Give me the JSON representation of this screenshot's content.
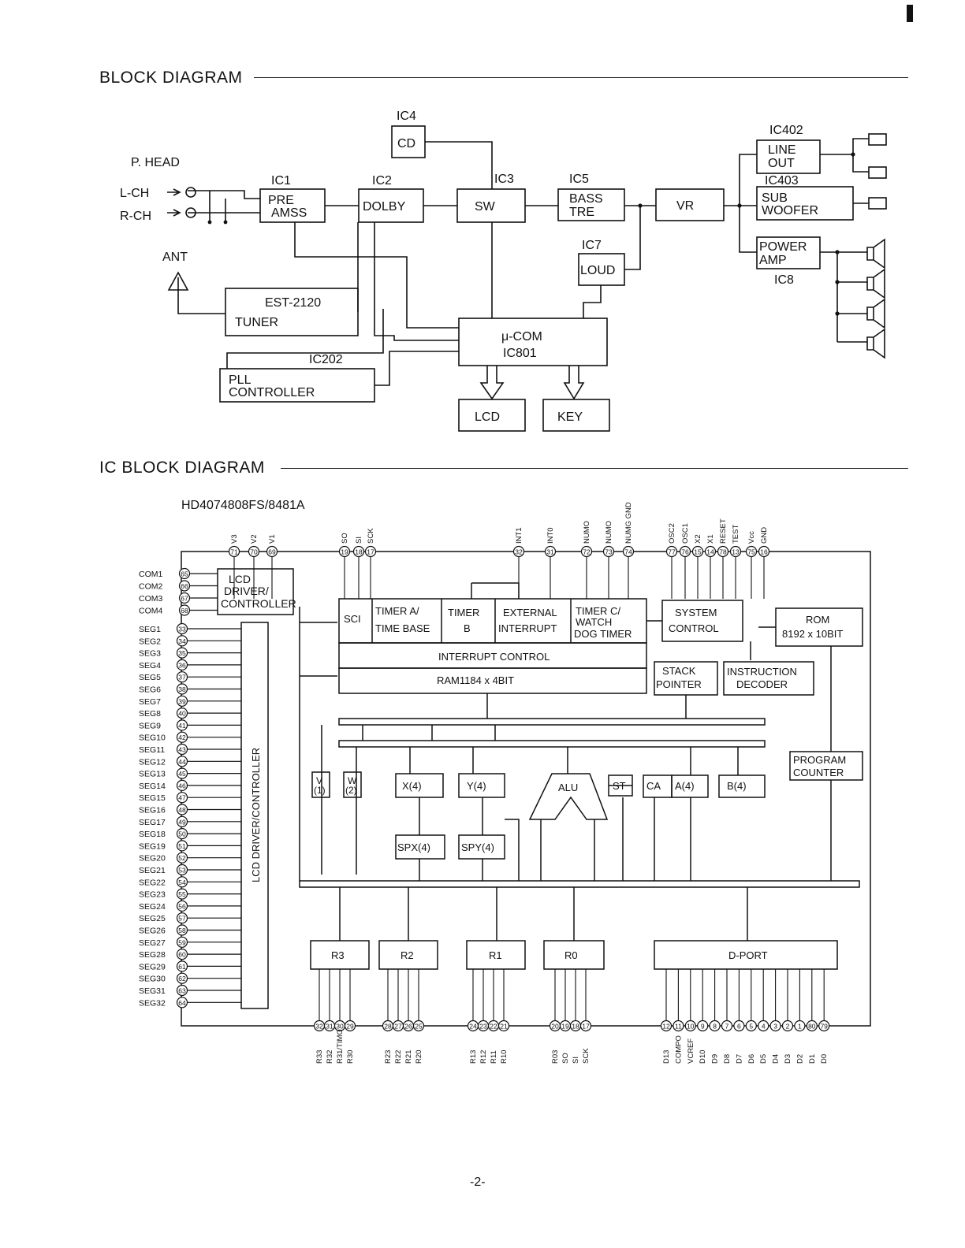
{
  "sections": {
    "block_title": "BLOCK DIAGRAM",
    "ic_title": "IC BLOCK DIAGRAM"
  },
  "block": {
    "ic4": "IC4",
    "cd": "CD",
    "p_head": "P. HEAD",
    "lch": "L-CH",
    "rch": "R-CH",
    "ic1": "IC1",
    "pre": "PRE",
    "amss": "AMSS",
    "ic2": "IC2",
    "dolby": "DOLBY",
    "ic3": "IC3",
    "sw": "SW",
    "ic5": "IC5",
    "bass": "BASS",
    "tre": "TRE",
    "vr": "VR",
    "ic7": "IC7",
    "loud": "LOUD",
    "ic402": "IC402",
    "line": "LINE",
    "out": "OUT",
    "ic403": "IC403",
    "sub": "SUB",
    "woofer": "WOOFER",
    "power": "POWER",
    "amp": "AMP",
    "ic8": "IC8",
    "ant": "ANT",
    "est": "EST-2120",
    "tuner": "TUNER",
    "ic202": "IC202",
    "pll": "PLL",
    "controller": "CONTROLLER",
    "ucom": "μ-COM",
    "ic801": "IC801",
    "lcd": "LCD",
    "key": "KEY"
  },
  "ic": {
    "part": "HD4074808FS/8481A",
    "lcd_drv1": "LCD",
    "lcd_drv2": "DRIVER/",
    "lcd_drv3": "CONTROLLER",
    "lcd_bar": "LCD DRIVER/CONTROLLER",
    "sci": "SCI",
    "timer_a1": "TIMER A/",
    "timer_a2": "TIME BASE",
    "timer_b1": "TIMER",
    "timer_b2": "B",
    "ext1": "EXTERNAL",
    "ext2": "INTERRUPT",
    "timer_c1": "TIMER C/",
    "timer_c2": "WATCH",
    "timer_c3": "DOG TIMER",
    "sys1": "SYSTEM",
    "sys2": "CONTROL",
    "rom1": "ROM",
    "rom2": "8192 x 10BIT",
    "int_ctrl": "INTERRUPT CONTROL",
    "ram": "RAM1184 x 4BIT",
    "stack1": "STACK",
    "stack2": "POINTER",
    "instr1": "INSTRUCTION",
    "instr2": "DECODER",
    "pc1": "PROGRAM",
    "pc2": "COUNTER",
    "v1": "V",
    "v2": "(1)",
    "w1": "W",
    "w2": "(2)",
    "x4": "X(4)",
    "y4": "Y(4)",
    "alu": "ALU",
    "st": "ST",
    "ca": "CA",
    "a4": "A(4)",
    "b4": "B(4)",
    "spx": "SPX(4)",
    "spy": "SPY(4)",
    "r3": "R3",
    "r2": "R2",
    "r1": "R1",
    "r0": "R0",
    "dport": "D-PORT",
    "com_labels": [
      "COM1",
      "COM2",
      "COM3",
      "COM4"
    ],
    "com_pins": [
      "65",
      "66",
      "67",
      "68"
    ],
    "seg_labels": [
      "SEG1",
      "SEG2",
      "SEG3",
      "SEG4",
      "SEG5",
      "SEG6",
      "SEG7",
      "SEG8",
      "SEG9",
      "SEG10",
      "SEG11",
      "SEG12",
      "SEG13",
      "SEG14",
      "SEG15",
      "SEG16",
      "SEG17",
      "SEG18",
      "SEG19",
      "SEG20",
      "SEG21",
      "SEG22",
      "SEG23",
      "SEG24",
      "SEG25",
      "SEG26",
      "SEG27",
      "SEG28",
      "SEG29",
      "SEG30",
      "SEG31",
      "SEG32"
    ],
    "seg_pins": [
      "33",
      "34",
      "35",
      "36",
      "37",
      "38",
      "39",
      "40",
      "41",
      "42",
      "43",
      "44",
      "45",
      "46",
      "47",
      "48",
      "49",
      "50",
      "51",
      "52",
      "53",
      "54",
      "55",
      "56",
      "57",
      "58",
      "59",
      "60",
      "61",
      "62",
      "63",
      "64"
    ],
    "top_pins": [
      "71",
      "70",
      "69",
      "19",
      "18",
      "17",
      "32",
      "31",
      "72",
      "73",
      "74",
      "77",
      "76",
      "15",
      "14",
      "78",
      "13",
      "75",
      "16"
    ],
    "top_labels": [
      "V3",
      "V2",
      "V1",
      "SO",
      "SI",
      "SCK",
      "INT1",
      "INT0",
      "NUMO",
      "NUMO",
      "NUMG GND",
      "OSC2",
      "OSC1",
      "X2",
      "X1",
      "RESET",
      "TEST",
      "Vcc",
      "GND"
    ],
    "bottom_pins": [
      "32",
      "31",
      "30",
      "29",
      "28",
      "27",
      "26",
      "25",
      "24",
      "23",
      "22",
      "21",
      "20",
      "19",
      "18",
      "17",
      "12",
      "11",
      "10",
      "9",
      "8",
      "7",
      "6",
      "5",
      "4",
      "3",
      "2",
      "1",
      "80",
      "79"
    ],
    "bottom_labels": [
      "R33",
      "R32",
      "R31/TIMO",
      "R30",
      "R23",
      "R22",
      "R21",
      "R20",
      "R13",
      "R12",
      "R11",
      "R10",
      "R03",
      "SO",
      "SI",
      "SCK",
      "D13",
      "COMPO",
      "VCREF",
      "D10",
      "D9",
      "D8",
      "D7",
      "D6",
      "D5",
      "D4",
      "D3",
      "D2",
      "D1",
      "D0"
    ]
  },
  "page_number": "-2-"
}
